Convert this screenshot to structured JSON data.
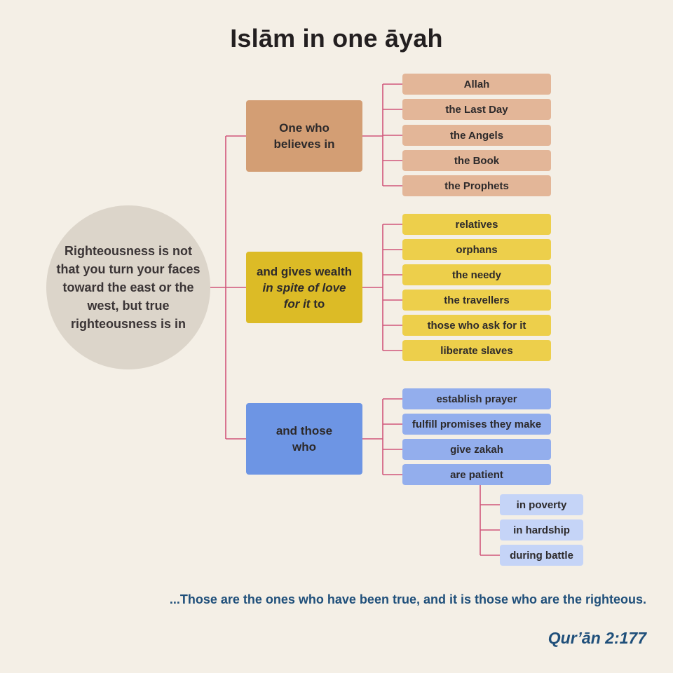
{
  "title": "Islām in one āyah",
  "center": "Righteousness is not that you turn your faces toward the east or the west, but true righteousness is in",
  "branches": [
    {
      "label_lines": [
        "One who",
        "believes in"
      ],
      "items": [
        "Allah",
        "the Last Day",
        "the Angels",
        "the Book",
        "the Prophets"
      ]
    },
    {
      "label_line1": "and gives wealth",
      "label_italic": "in spite of love",
      "label_italic2": "for it",
      "label_tail": " to",
      "items": [
        "relatives",
        "orphans",
        "the needy",
        "the travellers",
        "those who ask for it",
        "liberate slaves"
      ]
    },
    {
      "label_lines": [
        "and those",
        "who"
      ],
      "items": [
        "establish prayer",
        "fulfill promises they make",
        "give zakah",
        "are patient"
      ],
      "sub_items": [
        "in poverty",
        "in hardship",
        "during battle"
      ]
    }
  ],
  "quote": "...Those are the ones who have been true, and it is those who are the righteous.",
  "reference": "Qur’ān 2:177",
  "colors": {
    "background": "#f4efe6",
    "connector": "#d0567a",
    "circle": "#dcd5ca",
    "belief": "#d39e74",
    "belief_items": "#e3b698",
    "wealth": "#dcbb26",
    "wealth_items": "#edcf4b",
    "deeds": "#6d95e4",
    "deeds_items": "#93aeed",
    "patience_items": "#c5d4f7",
    "quote_text": "#1f4f7a"
  }
}
